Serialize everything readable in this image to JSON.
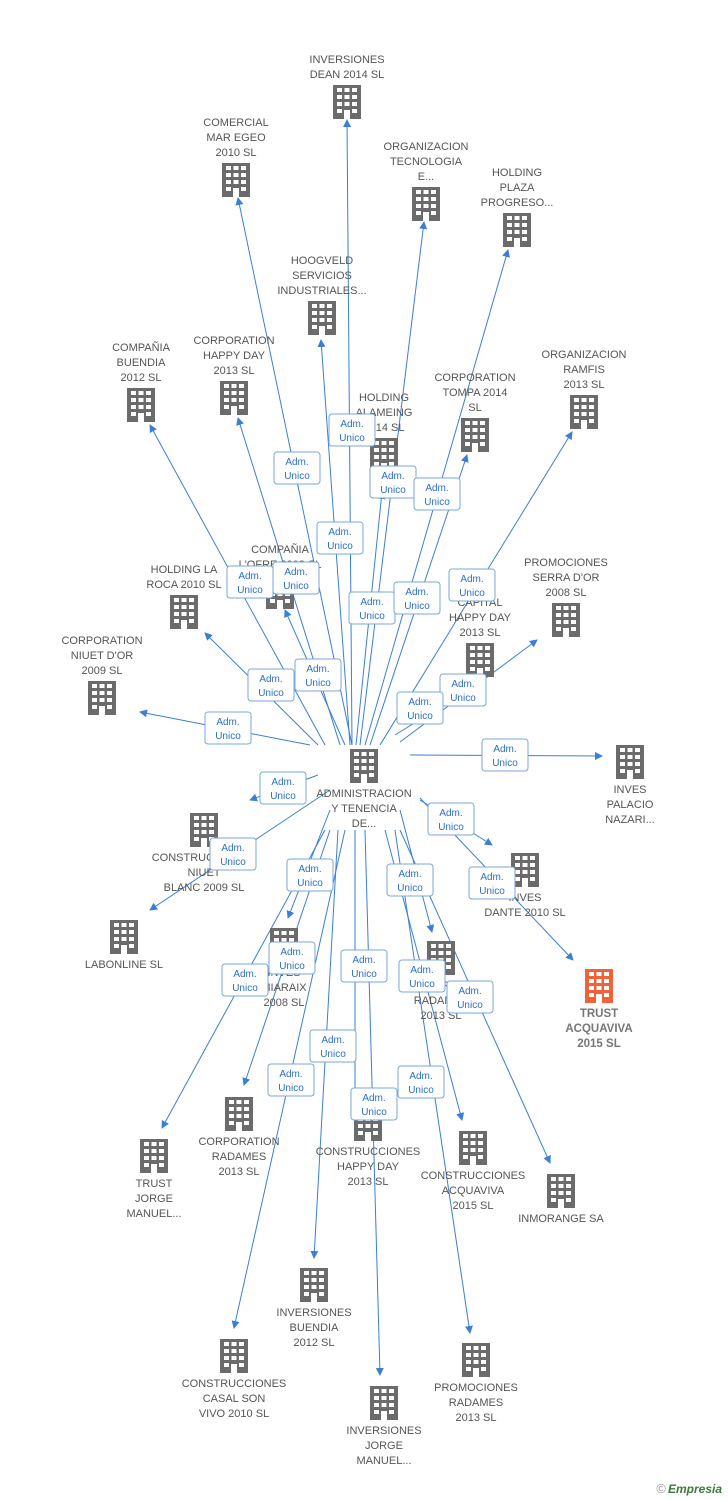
{
  "center": {
    "id": "center",
    "label": [
      "ADMINISTRACION",
      "Y TENENCIA",
      "DE..."
    ]
  },
  "nodes": [
    {
      "id": "n1",
      "label": [
        "INVERSIONES",
        "DEAN 2014  SL"
      ]
    },
    {
      "id": "n2",
      "label": [
        "COMERCIAL",
        "MAR EGEO",
        "2010 SL"
      ]
    },
    {
      "id": "n3",
      "label": [
        "ORGANIZACION",
        "TECNOLOGIA",
        "E..."
      ]
    },
    {
      "id": "n4",
      "label": [
        "HOLDING",
        "PLAZA",
        "PROGRESO..."
      ]
    },
    {
      "id": "n5",
      "label": [
        "HOOGVELD",
        "SERVICIOS",
        "INDUSTRIALES..."
      ]
    },
    {
      "id": "n6",
      "label": [
        "COMPAÑIA",
        "BUENDIA",
        "2012 SL"
      ]
    },
    {
      "id": "n7",
      "label": [
        "CORPORATION",
        "HAPPY DAY",
        "2013  SL"
      ]
    },
    {
      "id": "n8",
      "label": [
        "HOLDING",
        "ALAMEING",
        "2014  SL"
      ]
    },
    {
      "id": "n9",
      "label": [
        "CORPORATION",
        "TOMPA 2014",
        "SL"
      ]
    },
    {
      "id": "n10",
      "label": [
        "ORGANIZACION",
        "RAMFIS",
        "2013  SL"
      ]
    },
    {
      "id": "n11",
      "label": [
        "COMPAÑIA",
        "L'OFRE 2008 SL"
      ]
    },
    {
      "id": "n12",
      "label": [
        "HOLDING LA",
        "ROCA 2010 SL"
      ]
    },
    {
      "id": "n13",
      "label": [
        "PROMOCIONES",
        "SERRA D'OR",
        "2008 SL"
      ]
    },
    {
      "id": "n14",
      "label": [
        "CORPORATION",
        "NIUET D'OR",
        "2009 SL"
      ]
    },
    {
      "id": "n15",
      "label": [
        "CAPITAL",
        "HAPPY DAY",
        "2013  SL"
      ]
    },
    {
      "id": "n16",
      "label": [
        "INVES",
        "PALACIO",
        "NAZARI..."
      ]
    },
    {
      "id": "n17",
      "label": [
        "CONSTRUCCIONES",
        "NIUET",
        "BLANC 2009 SL"
      ]
    },
    {
      "id": "n18",
      "label": [
        "INVES",
        "DANTE 2010 SL"
      ]
    },
    {
      "id": "n19",
      "label": [
        "LABONLINE SL"
      ]
    },
    {
      "id": "n20",
      "label": [
        "INVES",
        "MIARAIX",
        "2008 SL"
      ]
    },
    {
      "id": "n21",
      "label": [
        "CORP",
        "RADAMES",
        "2013  SL"
      ]
    },
    {
      "id": "n22",
      "label": [
        "TRUST",
        "ACQUAVIVA",
        "2015  SL"
      ],
      "highlight": true
    },
    {
      "id": "n23",
      "label": [
        "CORPORATION",
        "RADAMES",
        "2013  SL"
      ]
    },
    {
      "id": "n24",
      "label": [
        "TRUST",
        "JORGE",
        "MANUEL..."
      ]
    },
    {
      "id": "n25",
      "label": [
        "CONSTRUCCIONES",
        "HAPPY DAY",
        "2013  SL"
      ]
    },
    {
      "id": "n26",
      "label": [
        "CONSTRUCCIONES",
        "ACQUAVIVA",
        "2015  SL"
      ]
    },
    {
      "id": "n27",
      "label": [
        "INMORANGE SA"
      ]
    },
    {
      "id": "n28",
      "label": [
        "INVERSIONES",
        "BUENDIA",
        "2012 SL"
      ]
    },
    {
      "id": "n29",
      "label": [
        "CONSTRUCCIONES",
        "CASAL SON",
        "VIVO 2010 SL"
      ]
    },
    {
      "id": "n30",
      "label": [
        "PROMOCIONES",
        "RADAMES",
        "2013  SL"
      ]
    },
    {
      "id": "n31",
      "label": [
        "INVERSIONES",
        "JORGE",
        "MANUEL..."
      ]
    }
  ],
  "edge_label": [
    "Adm.",
    "Unico"
  ],
  "colors": {
    "icon": "#6b6b6b",
    "icon_highlight": "#f0633a",
    "edge": "#3a7fd5",
    "label_border": "#7aa7dc"
  },
  "footer": {
    "copyright": "©",
    "brand": "Empresia"
  }
}
